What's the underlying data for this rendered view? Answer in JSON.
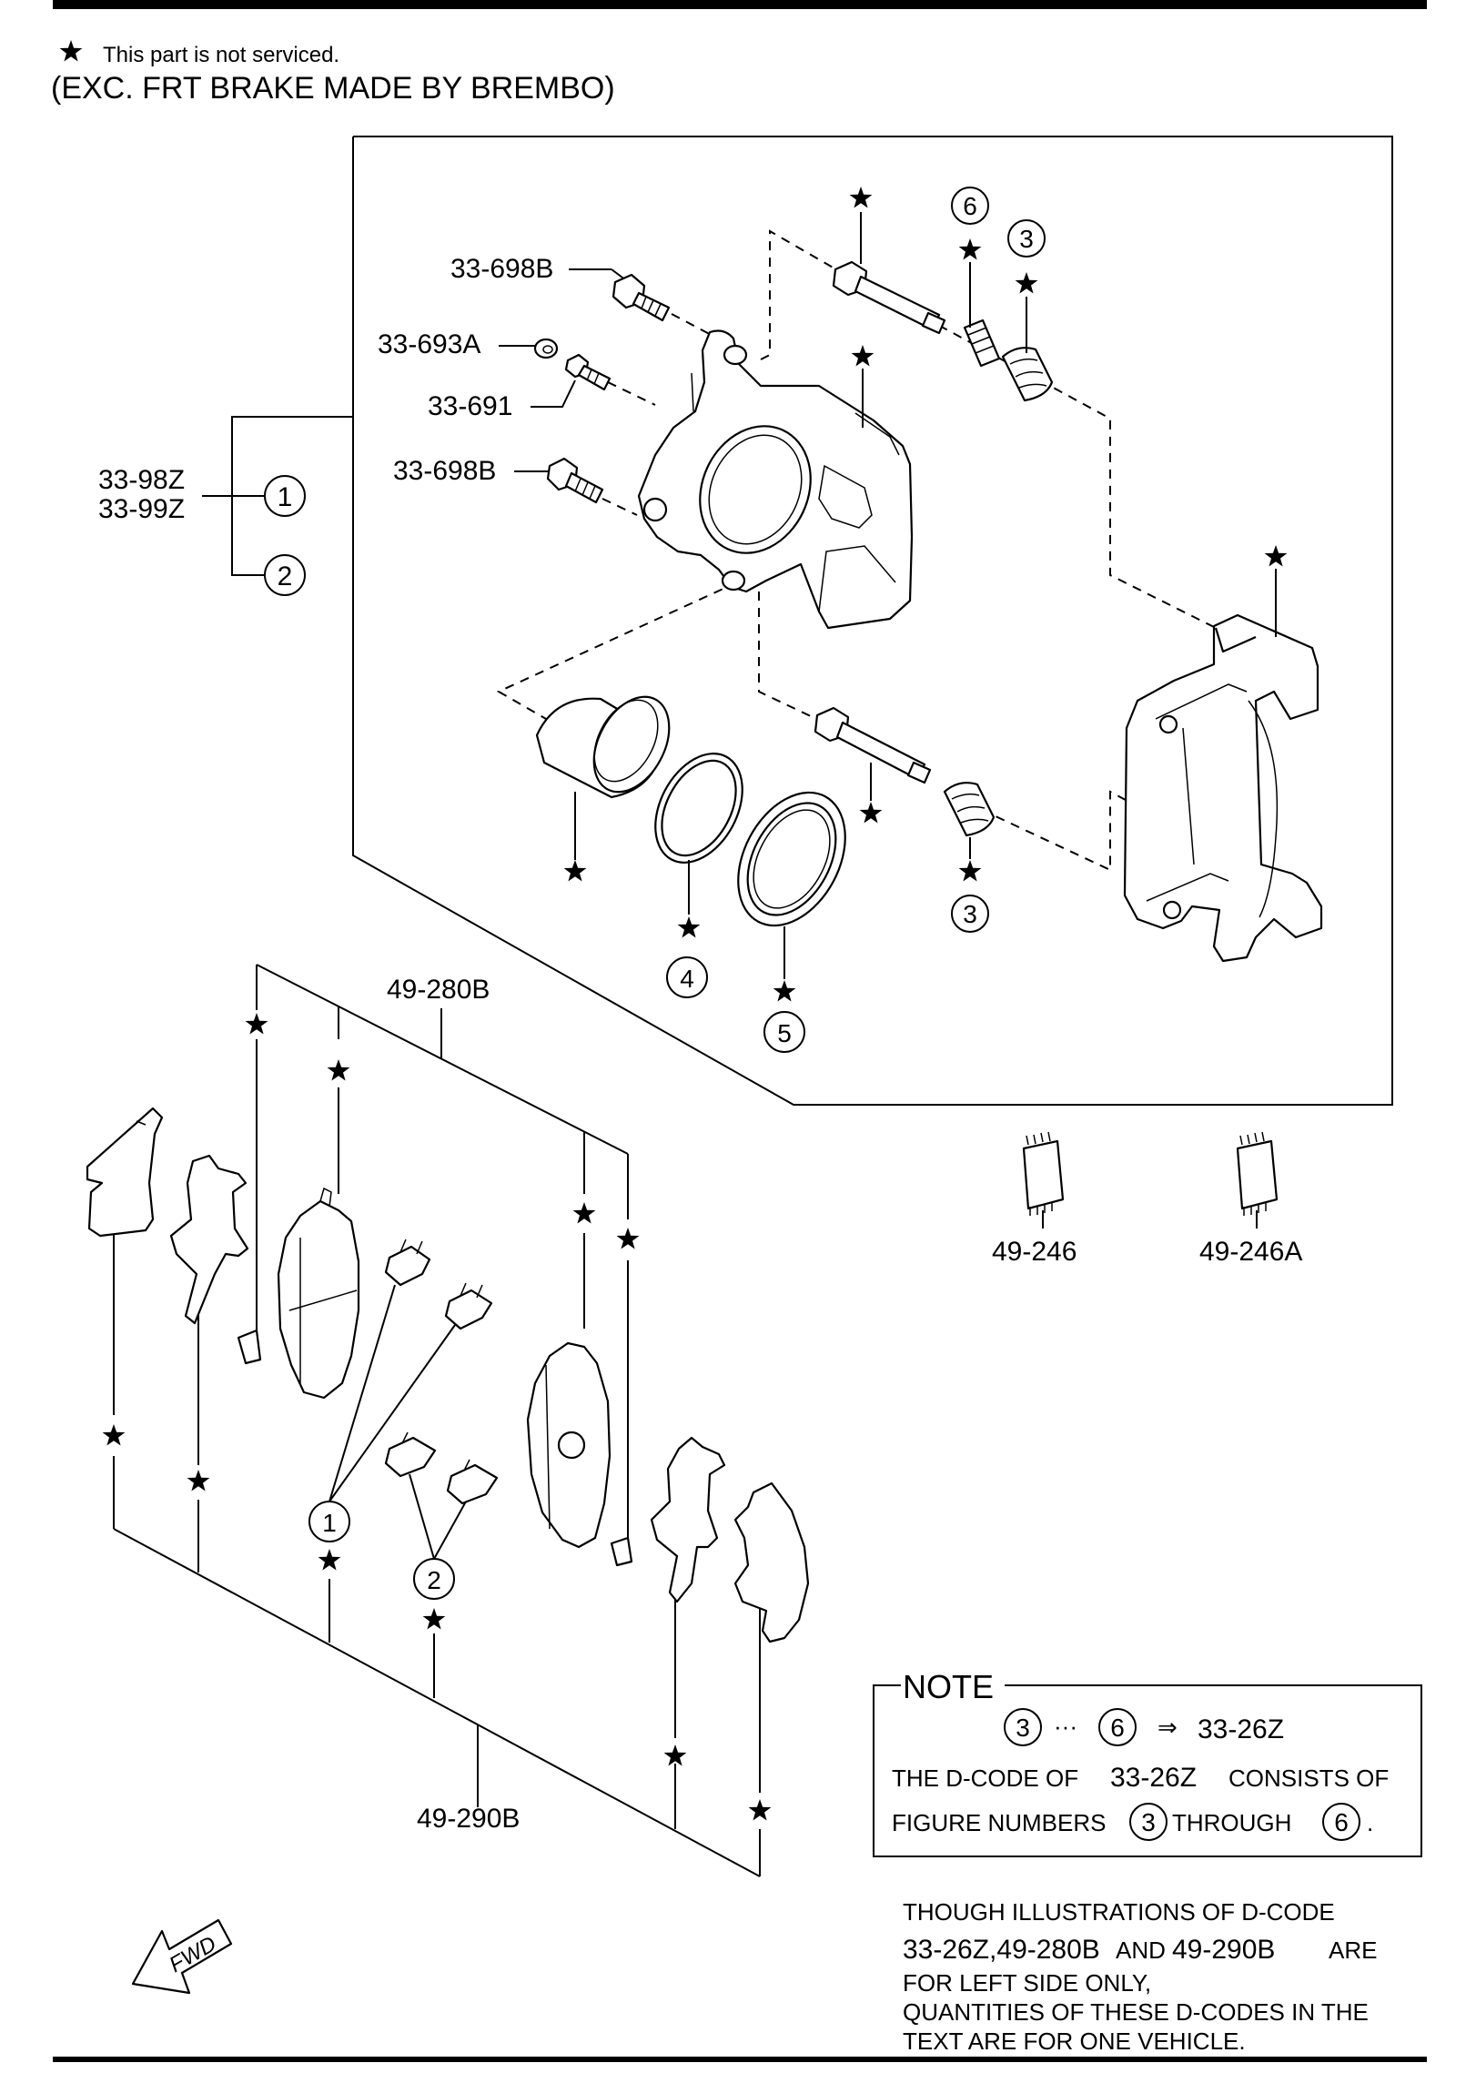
{
  "header": {
    "star_symbol": "★",
    "legend_text": "This part is not serviced.",
    "subtitle": "(EXC. FRT BRAKE MADE BY BREMBO)"
  },
  "labels": {
    "bolt_top": "33-698B",
    "cap": "33-693A",
    "bleeder": "33-691",
    "bolt_lower": "33-698B",
    "caliper_l": "33-98Z",
    "caliper_r": "33-99Z",
    "pad_set": "49-280B",
    "shim_set": "49-290B",
    "grease_1": "49-246",
    "grease_2": "49-246A"
  },
  "callouts": {
    "n1": "1",
    "n2": "2",
    "n3": "3",
    "n4": "4",
    "n5": "5",
    "n6": "6"
  },
  "note": {
    "title": "NOTE",
    "line1_from": "3",
    "line1_dots": "···",
    "line1_to": "6",
    "line1_arrow": "⇒",
    "line1_code": "33-26Z",
    "line2_a": "THE D-CODE OF",
    "line2_code": "33-26Z",
    "line2_b": "CONSISTS OF",
    "line3_a": "FIGURE NUMBERS",
    "line3_n1": "3",
    "line3_b": "THROUGH",
    "line3_n2": "6",
    "line3_end": "."
  },
  "footnote": {
    "line1": "THOUGH ILLUSTRATIONS OF D-CODE",
    "line2_codes": "33-26Z,49-280B",
    "line2_and": "AND",
    "line2_code": "49-290B",
    "line2_are": "ARE",
    "line3": "FOR LEFT SIDE ONLY,",
    "line4": "QUANTITIES OF THESE D-CODES IN THE",
    "line5": "TEXT ARE FOR ONE VEHICLE."
  },
  "fwd_label": "FWD"
}
